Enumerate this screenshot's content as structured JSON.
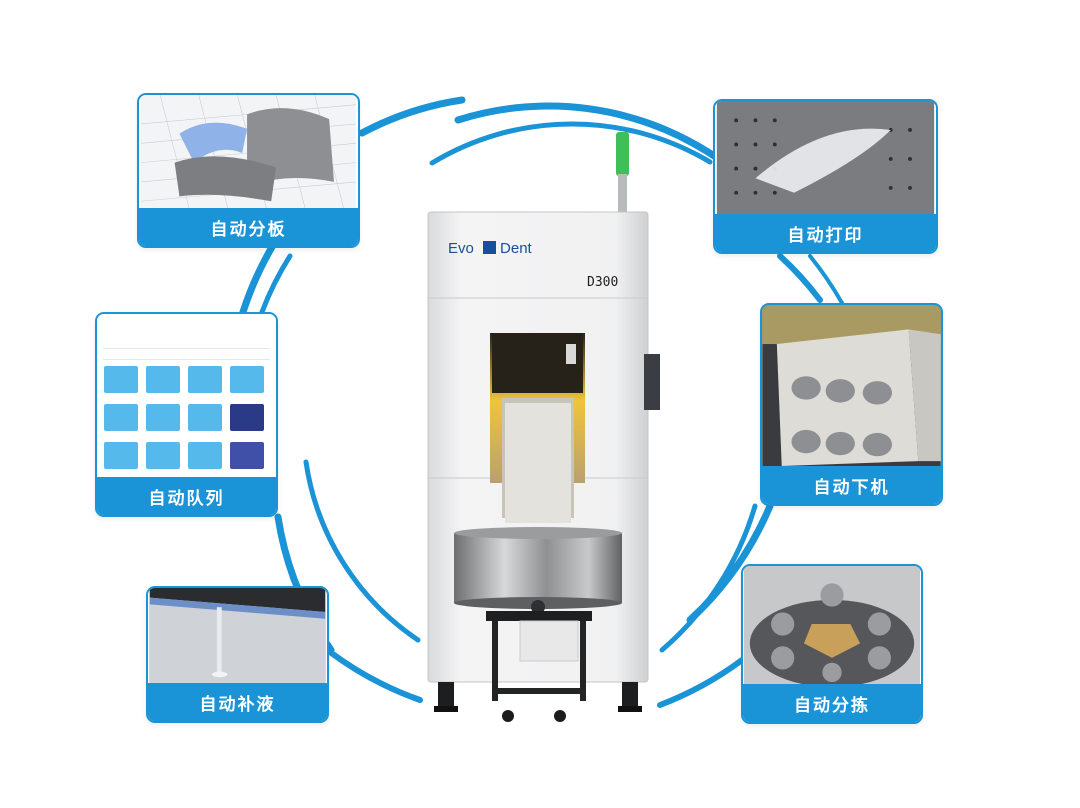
{
  "machine": {
    "brand": "Evo Dent",
    "brand_left": "Evo",
    "brand_right": "Dent",
    "model": "D300"
  },
  "features": {
    "plate": "自动分板",
    "print": "自动打印",
    "queue": "自动队列",
    "unload": "自动下机",
    "fill": "自动补液",
    "sort": "自动分拣"
  },
  "colors": {
    "accent": "#1a94d6",
    "tile_light": "#55b9ec",
    "tile_dark": "#2b3a86",
    "beacon": "#3fbf5a"
  }
}
